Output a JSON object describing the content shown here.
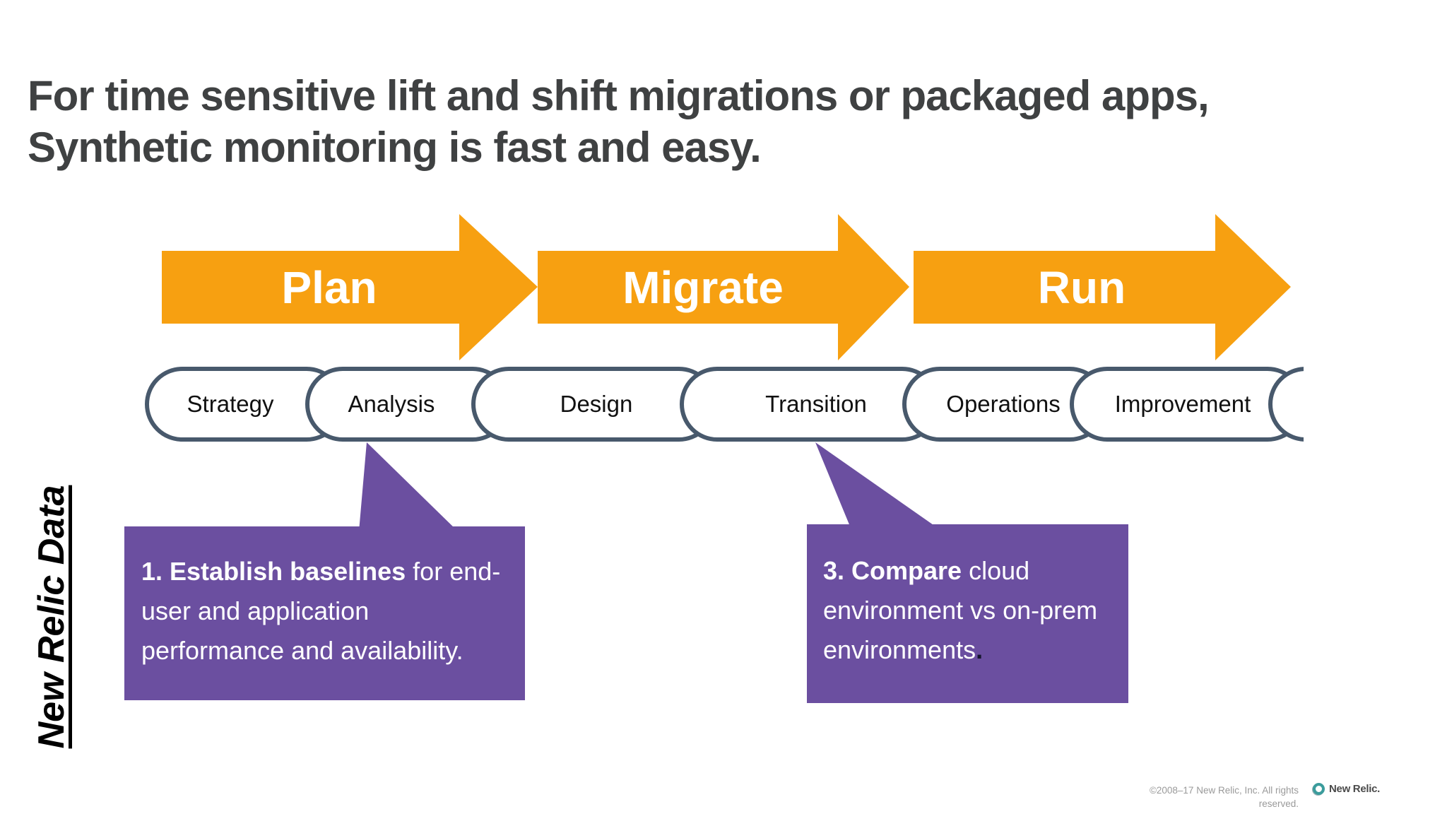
{
  "title": {
    "line1": "For time sensitive lift and shift migrations or packaged apps,",
    "line2": "Synthetic monitoring is fast and easy."
  },
  "process_arrows": [
    {
      "label": "Plan"
    },
    {
      "label": "Migrate"
    },
    {
      "label": "Run"
    }
  ],
  "pipeline": {
    "stages": [
      {
        "label": "Strategy"
      },
      {
        "label": "Analysis"
      },
      {
        "label": "Design"
      },
      {
        "label": "Transition"
      },
      {
        "label": "Operations"
      },
      {
        "label": "Improvement"
      }
    ]
  },
  "callouts": [
    {
      "lead": "1. Establish baselines",
      "body": " for end-user and application performance and availability."
    },
    {
      "lead": "3. Compare",
      "body": " cloud environment vs on-prem environments",
      "period": "."
    }
  ],
  "side_label": "New Relic Data",
  "footer": {
    "copyright_line1": "©2008–17 New Relic, Inc. All rights",
    "copyright_line2": "reserved.",
    "brand": "New Relic."
  },
  "colors": {
    "arrow_orange": "#F7A011",
    "pipeline_slate": "#48596C",
    "callout_purple": "#6B4FA0",
    "title_gray": "#3F4142",
    "footer_gray": "#9A9A9A",
    "logo_teal": "#3B9C9C"
  }
}
